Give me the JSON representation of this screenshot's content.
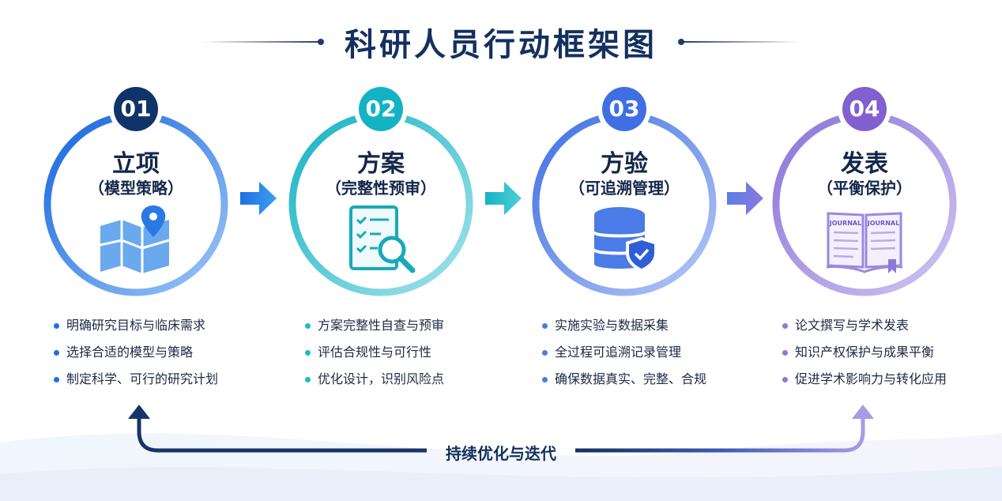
{
  "title": "科研人员行动框架图",
  "colors": {
    "stage1": "#1f6fe0",
    "stage2": "#1bbcc8",
    "stage3": "#4a7be6",
    "stage4": "#8b78dc",
    "title": "#14305e"
  },
  "stages": [
    {
      "number": "01",
      "title": "立项",
      "subtitle": "（模型策略）",
      "icon": "map-pin-icon",
      "bullets": [
        "明确研究目标与临床需求",
        "选择合适的模型与策略",
        "制定科学、可行的研究计划"
      ]
    },
    {
      "number": "02",
      "title": "方案",
      "subtitle": "（完整性预审）",
      "icon": "checklist-magnifier-icon",
      "bullets": [
        "方案完整性自查与预审",
        "评估合规性与可行性",
        "优化设计，识别风险点"
      ]
    },
    {
      "number": "03",
      "title": "方验",
      "subtitle": "（可追溯管理）",
      "icon": "database-shield-icon",
      "bullets": [
        "实施实验与数据采集",
        "全过程可追溯记录管理",
        "确保数据真实、完整、合规"
      ]
    },
    {
      "number": "04",
      "title": "发表",
      "subtitle": "（平衡保护）",
      "icon": "journal-book-icon",
      "journal_label": "JOURNAL",
      "bullets": [
        "论文撰写与学术发表",
        "知识产权保护与成果平衡",
        "促进学术影响力与转化应用"
      ]
    }
  ],
  "loop_label": "持续优化与迭代"
}
